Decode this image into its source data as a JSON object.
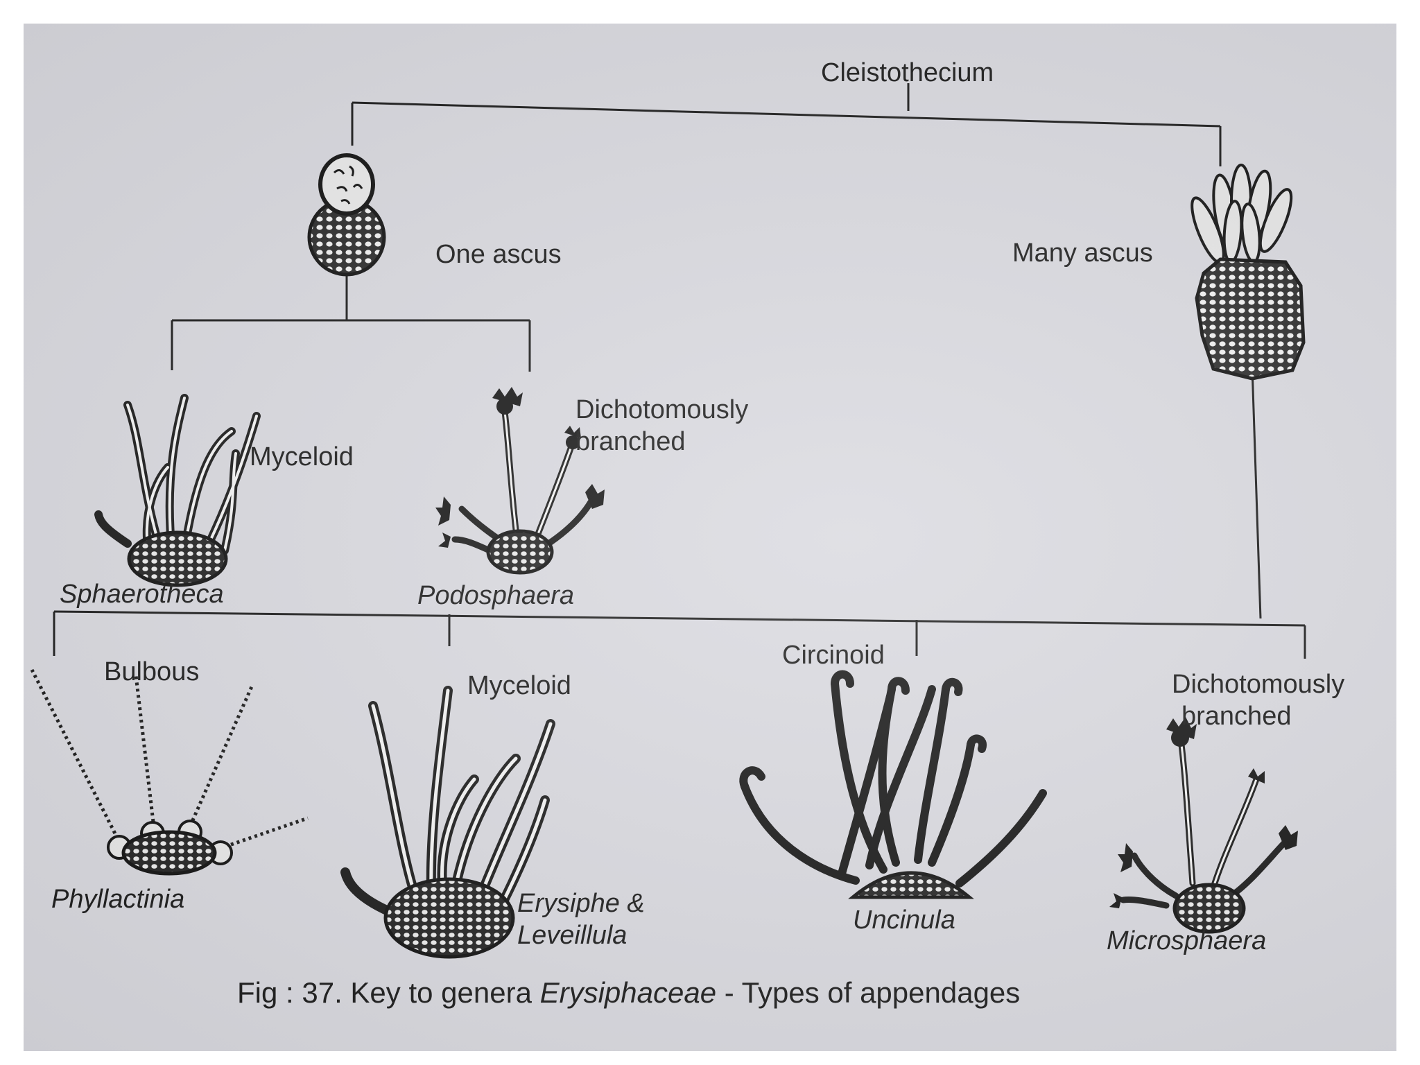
{
  "root": {
    "label": "Cleistothecium"
  },
  "one_ascus": {
    "label": "One ascus",
    "children": [
      {
        "appendage": "Myceloid",
        "genus": "Sphaerotheca"
      },
      {
        "appendage": "Dichotomously branched",
        "appendage_line1": "Dichotomously",
        "appendage_line2": "branched",
        "genus": "Podosphaera"
      }
    ]
  },
  "many_ascus": {
    "label": "Many ascus",
    "children": [
      {
        "appendage": "Bulbous",
        "genus": "Phyllactinia"
      },
      {
        "appendage": "Myceloid",
        "genus": "Erysiphe & Leveillula",
        "genus_line1": "Erysiphe &",
        "genus_line2": "Leveillula"
      },
      {
        "appendage": "Circinoid",
        "genus": "Uncinula"
      },
      {
        "appendage": "Dichotomously branched",
        "appendage_line1": "Dichotomously",
        "appendage_line2": "branched",
        "genus": "Microsphaera"
      }
    ]
  },
  "caption": {
    "prefix": "Fig : 37. Key to genera ",
    "italic": "Erysiphaceae",
    "suffix": " - Types of appendages"
  },
  "colors": {
    "ink": "#1b1b1b",
    "paper": "#d9d9df"
  }
}
